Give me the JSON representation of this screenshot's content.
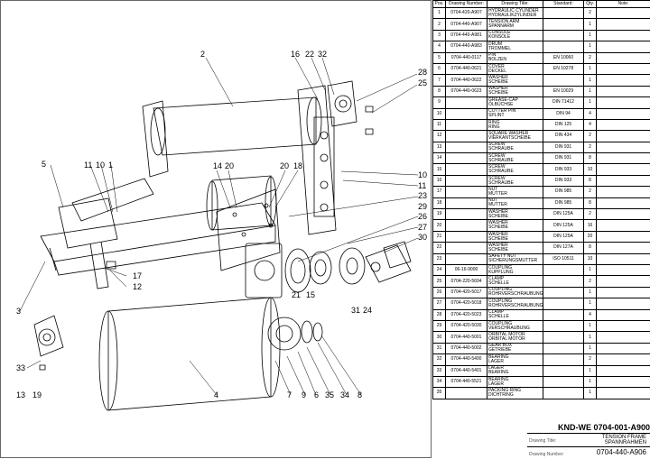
{
  "table": {
    "headers": {
      "pos": "Pos.",
      "drawing_number": "Drawing Number:",
      "drawing_title": "Drawing Title:",
      "standard": "Standard:",
      "qty": "Qty.",
      "note": "Note:"
    },
    "rows": [
      {
        "pos": "1",
        "num": "0704-420-A907",
        "title": "HYDRAULIC CYLINDER\nHYDRAULIKZYLINDER",
        "std": "",
        "qty": "2"
      },
      {
        "pos": "2",
        "num": "0704-440-A907",
        "title": "TENSION ARM\nSPANNARM",
        "std": "",
        "qty": "1"
      },
      {
        "pos": "3",
        "num": "0704-440-A981",
        "title": "CONSOLE\nKONSOLE",
        "std": "",
        "qty": "1"
      },
      {
        "pos": "4",
        "num": "0704-440-A983",
        "title": "DRUM\nTROMMEL",
        "std": "",
        "qty": "1"
      },
      {
        "pos": "5",
        "num": "0704-440-0117",
        "title": "PIN\nBOLZEN",
        "std": "EN 10060",
        "qty": "2"
      },
      {
        "pos": "6",
        "num": "0704-440-0621",
        "title": "COVER\nDECKEL",
        "std": "EN 10278",
        "qty": "1"
      },
      {
        "pos": "7",
        "num": "0704-440-0622",
        "title": "WASHER\nSCHEIBE",
        "std": "",
        "qty": "1"
      },
      {
        "pos": "8",
        "num": "0704-440-0623",
        "title": "WASHER\nSCHEIBE",
        "std": "EN 10029",
        "qty": "1"
      },
      {
        "pos": "9",
        "num": "",
        "title": "GREASE-CAP\nÖLBÜCHSE",
        "std": "DIN 71412",
        "qty": "1"
      },
      {
        "pos": "10",
        "num": "",
        "title": "COTTER PIN\nSPLINT",
        "std": "DIN 94",
        "qty": "4"
      },
      {
        "pos": "11",
        "num": "",
        "title": "RING\nRING",
        "std": "DIN 125",
        "qty": "4"
      },
      {
        "pos": "12",
        "num": "",
        "title": "SQUARE WASHER\nVIERKANTSCHEIBE",
        "std": "DIN 434",
        "qty": "2"
      },
      {
        "pos": "13",
        "num": "",
        "title": "SCREW\nSCHRAUBE",
        "std": "DIN 931",
        "qty": "2"
      },
      {
        "pos": "14",
        "num": "",
        "title": "SCREW\nSCHRAUBE",
        "std": "DIN 931",
        "qty": "8"
      },
      {
        "pos": "15",
        "num": "",
        "title": "SCREW\nSCHRAUBE",
        "std": "DIN 933",
        "qty": "10"
      },
      {
        "pos": "16",
        "num": "",
        "title": "SCREW\nSCHRAUBE",
        "std": "DIN 933",
        "qty": "8"
      },
      {
        "pos": "17",
        "num": "",
        "title": "NUT\nMUTTER",
        "std": "DIN 985",
        "qty": "2"
      },
      {
        "pos": "18",
        "num": "",
        "title": "NUT\nMUTTER",
        "std": "DIN 985",
        "qty": "8"
      },
      {
        "pos": "19",
        "num": "",
        "title": "WASHER\nSCHEIBE",
        "std": "DIN 125A",
        "qty": "2"
      },
      {
        "pos": "20",
        "num": "",
        "title": "WASHER\nSCHEIBE",
        "std": "DIN 125A",
        "qty": "16"
      },
      {
        "pos": "21",
        "num": "",
        "title": "WASHER\nSCHEIBE",
        "std": "DIN 125A",
        "qty": "20"
      },
      {
        "pos": "22",
        "num": "",
        "title": "WASHER\nSCHEIBE",
        "std": "DIN 127A",
        "qty": "8"
      },
      {
        "pos": "23",
        "num": "",
        "title": "SAFETY NUT\nSICHERUNGSMUTTER",
        "std": "ISO 10511",
        "qty": "10"
      },
      {
        "pos": "24",
        "num": "06-16-9000",
        "title": "COUPLING\nKUPPLUNG",
        "std": "",
        "qty": "1"
      },
      {
        "pos": "25",
        "num": "0704-220-5604",
        "title": "CLAMP\nSCHELLE",
        "std": "",
        "qty": "2"
      },
      {
        "pos": "26",
        "num": "0704-420-5017",
        "title": "COUPLING\nROHRVERSCHRAUBUNG",
        "std": "",
        "qty": "1"
      },
      {
        "pos": "27",
        "num": "0704-420-5018",
        "title": "COUPLING\nROHRVERSCHRAUBUNG",
        "std": "",
        "qty": "1"
      },
      {
        "pos": "28",
        "num": "0704-420-5023",
        "title": "CLAMP\nSCHELLE",
        "std": "",
        "qty": "4"
      },
      {
        "pos": "29",
        "num": "0704-420-5030",
        "title": "COUPLING\nVERSCHRAUBUNG",
        "std": "",
        "qty": "1"
      },
      {
        "pos": "30",
        "num": "0704-440-5001",
        "title": "ORBITAL MOTOR\nORBITAL MOTOR",
        "std": "",
        "qty": "1"
      },
      {
        "pos": "31",
        "num": "0704-440-5002",
        "title": "GEAR BOX\nGETRIEBE",
        "std": "",
        "qty": "1"
      },
      {
        "pos": "32",
        "num": "0704-440-5400",
        "title": "BEARING\nLAGER",
        "std": "",
        "qty": "2"
      },
      {
        "pos": "33",
        "num": "0704-440-5401",
        "title": "LAGER\nBEARING",
        "std": "",
        "qty": "1"
      },
      {
        "pos": "34",
        "num": "0704-440-5521",
        "title": "BEARING\nLAGER",
        "std": "",
        "qty": "1"
      },
      {
        "pos": "35",
        "num": "",
        "title": "PACKING RING\nDICHTRING",
        "std": "",
        "qty": "1"
      }
    ]
  },
  "title_block": {
    "top_number": "KND-WE  0704-001-A900",
    "drawing_title_label": "Drawing Title:",
    "drawing_title_en": "TENSION FRAME",
    "drawing_title_de": "SPANNRAHMEN",
    "drawing_number_label": "Drawing Number:",
    "drawing_number": "0704-440-A906"
  },
  "callouts": [
    "2",
    "16",
    "22",
    "32",
    "28",
    "25",
    "5",
    "11",
    "10",
    "1",
    "14",
    "20",
    "20",
    "18",
    "10",
    "11",
    "23",
    "26",
    "29",
    "27",
    "30",
    "17",
    "12",
    "21",
    "15",
    "31",
    "24",
    "3",
    "33",
    "13",
    "19",
    "4",
    "7",
    "9",
    "6",
    "35",
    "34",
    "8"
  ]
}
